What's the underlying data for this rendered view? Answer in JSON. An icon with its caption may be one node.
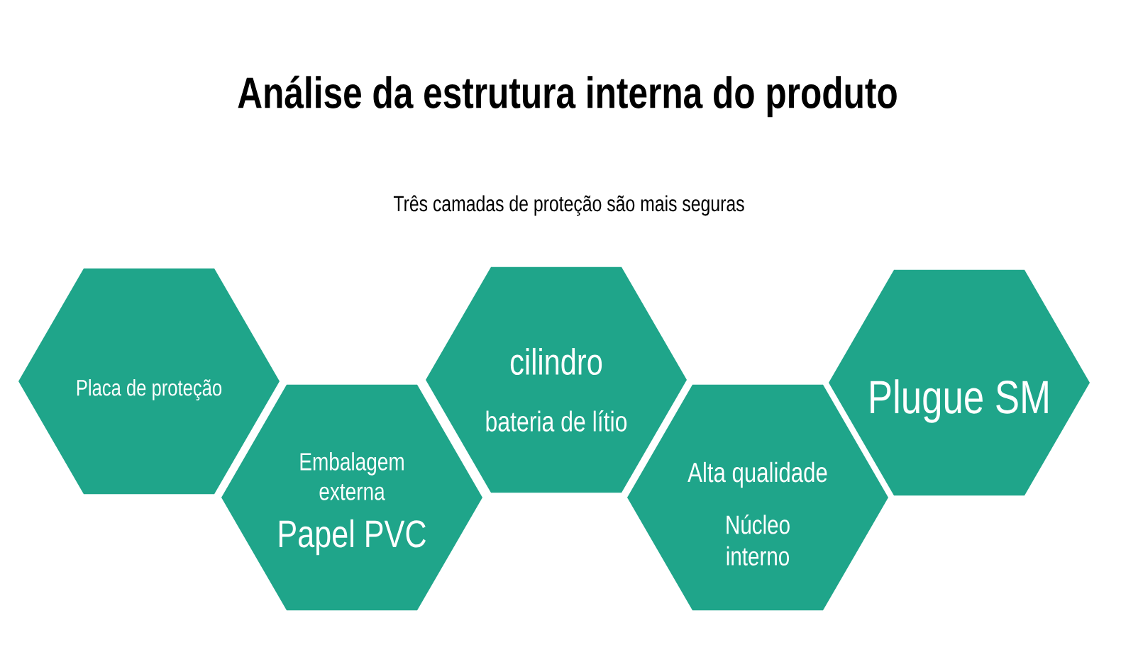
{
  "diagram": {
    "title": "Análise da estrutura interna do produto",
    "nodes": [
      {
        "text": [
          "Placa de proteção"
        ]
      },
      {
        "text": [
          "Embalagem externa",
          "Papel PVC"
        ]
      },
      {
        "text": [
          "cilindro",
          "bateria de lítio"
        ]
      },
      {
        "text": [
          "Alta qualidade",
          "Núcleo interno"
        ]
      },
      {
        "text": [
          "Plugue SM"
        ]
      }
    ],
    "labels": [
      "Três camadas de proteção são mais seguras"
    ]
  }
}
